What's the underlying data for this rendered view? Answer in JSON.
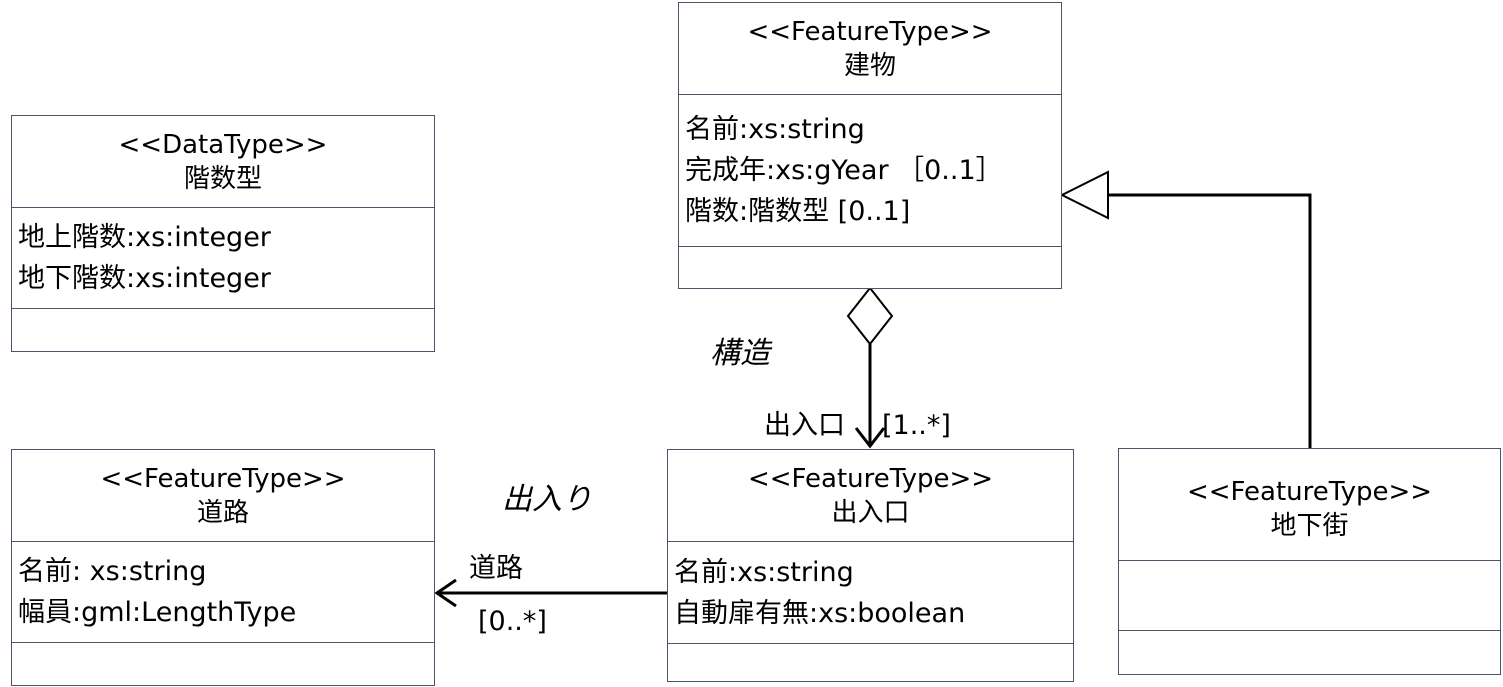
{
  "classes": {
    "building": {
      "stereotype": "<<FeatureType>>",
      "name": "建物",
      "attributes": [
        "名前:xs:string",
        "完成年:xs:gYear ［0..1］",
        "階数:階数型 [0..1]"
      ]
    },
    "floors_type": {
      "stereotype": "<<DataType>>",
      "name": "階数型",
      "attributes": [
        "地上階数:xs:integer",
        "地下階数:xs:integer"
      ]
    },
    "road": {
      "stereotype": "<<FeatureType>>",
      "name": "道路",
      "attributes": [
        "名前: xs:string",
        "幅員:gml:LengthType"
      ]
    },
    "entrance": {
      "stereotype": "<<FeatureType>>",
      "name": "出入口",
      "attributes": [
        "名前:xs:string",
        "自動扉有無:xs:boolean"
      ]
    },
    "underground_mall": {
      "stereotype": "<<FeatureType>>",
      "name": "地下街",
      "attributes": []
    }
  },
  "associations": {
    "structure": {
      "name": "構造",
      "role": "出入口",
      "multiplicity": "[1..*]"
    },
    "entry": {
      "name": "出入り",
      "role": "道路",
      "multiplicity": "[0..*]"
    }
  },
  "colors": {
    "border": "#4a5568",
    "line": "#000000"
  }
}
